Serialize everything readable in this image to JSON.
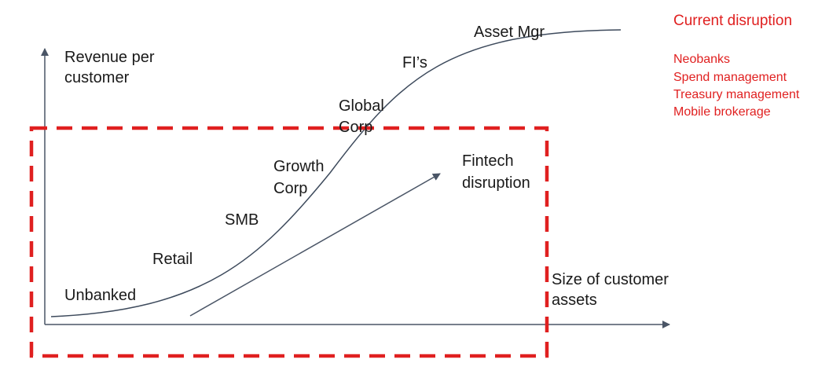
{
  "axes": {
    "y_label_line1": "Revenue per",
    "y_label_line2": "customer",
    "x_label_line1": "Size of customer",
    "x_label_line2": "assets"
  },
  "segments": [
    {
      "line1": "Unbanked",
      "line2": ""
    },
    {
      "line1": "Retail",
      "line2": ""
    },
    {
      "line1": "SMB",
      "line2": ""
    },
    {
      "line1": "Growth",
      "line2": "Corp"
    },
    {
      "line1": "Global",
      "line2": "Corp"
    },
    {
      "line1": "FI’s",
      "line2": ""
    },
    {
      "line1": "Asset Mgr",
      "line2": ""
    }
  ],
  "fintech_arrow": {
    "line1": "Fintech",
    "line2": "disruption"
  },
  "side_panel": {
    "title": "Current disruption",
    "items": [
      "Neobanks",
      "Spend management",
      "Treasury management",
      "Mobile brokerage"
    ]
  },
  "colors": {
    "accent_red": "#e02020",
    "axis": "#4a5566",
    "curve": "#3d4a5c",
    "text": "#1a1a1a"
  }
}
